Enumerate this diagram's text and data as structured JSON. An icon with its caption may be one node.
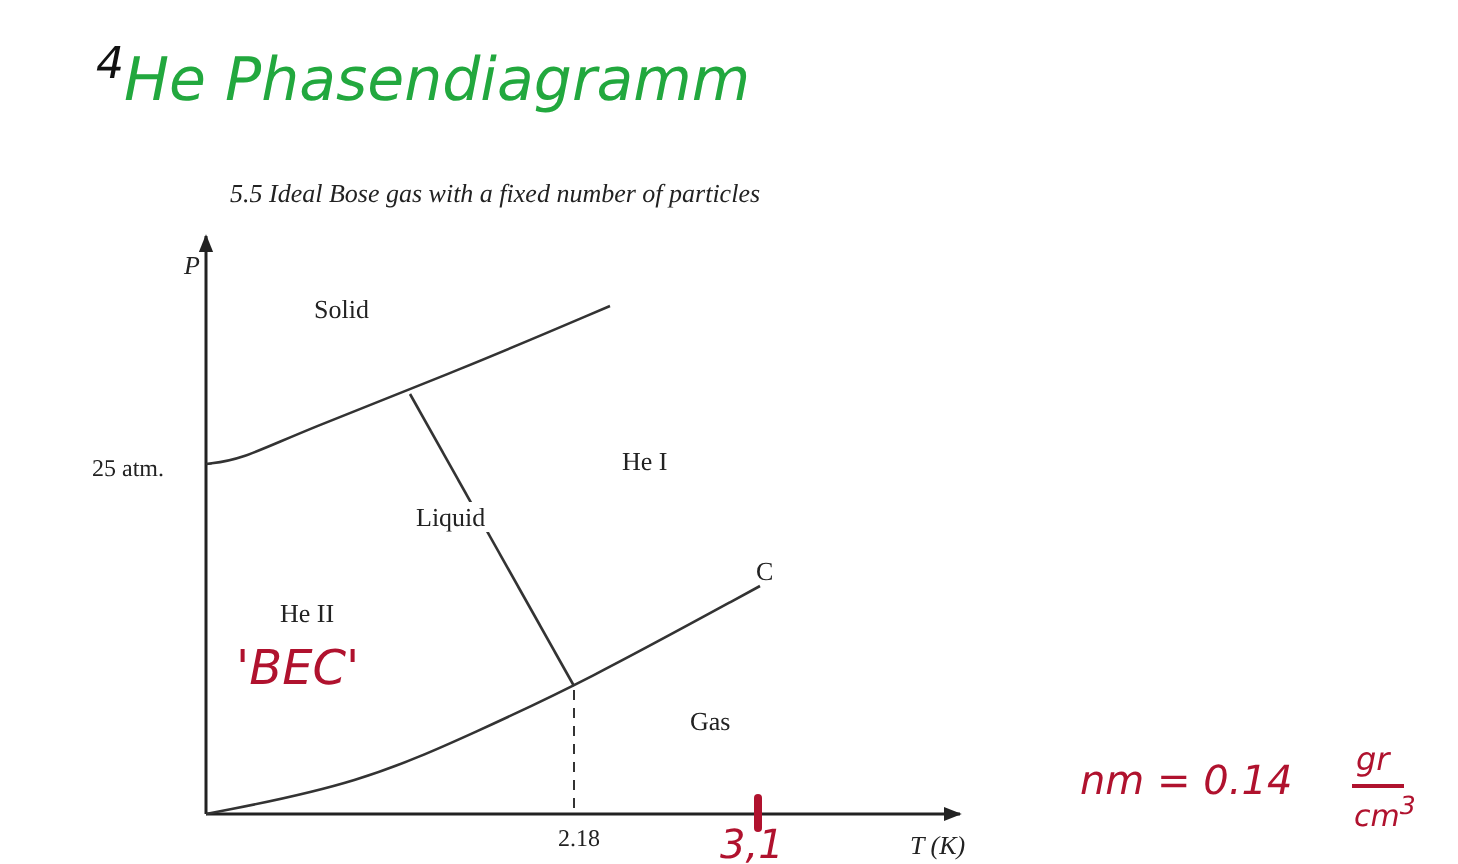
{
  "diagram": {
    "title": "$^{4}$He Phasendiagramm",
    "caption": "5.5 Ideal Bose gas with a fixed number of particles",
    "labels": [
      "P",
      "Solid",
      "25 atm.",
      "He I",
      "Liquid",
      "C",
      "He II",
      "'BEC'",
      "Gas",
      "2.18",
      "3,1",
      "T (K)",
      "nm = 0.14",
      "gr",
      "cm$^{3}$"
    ]
  }
}
